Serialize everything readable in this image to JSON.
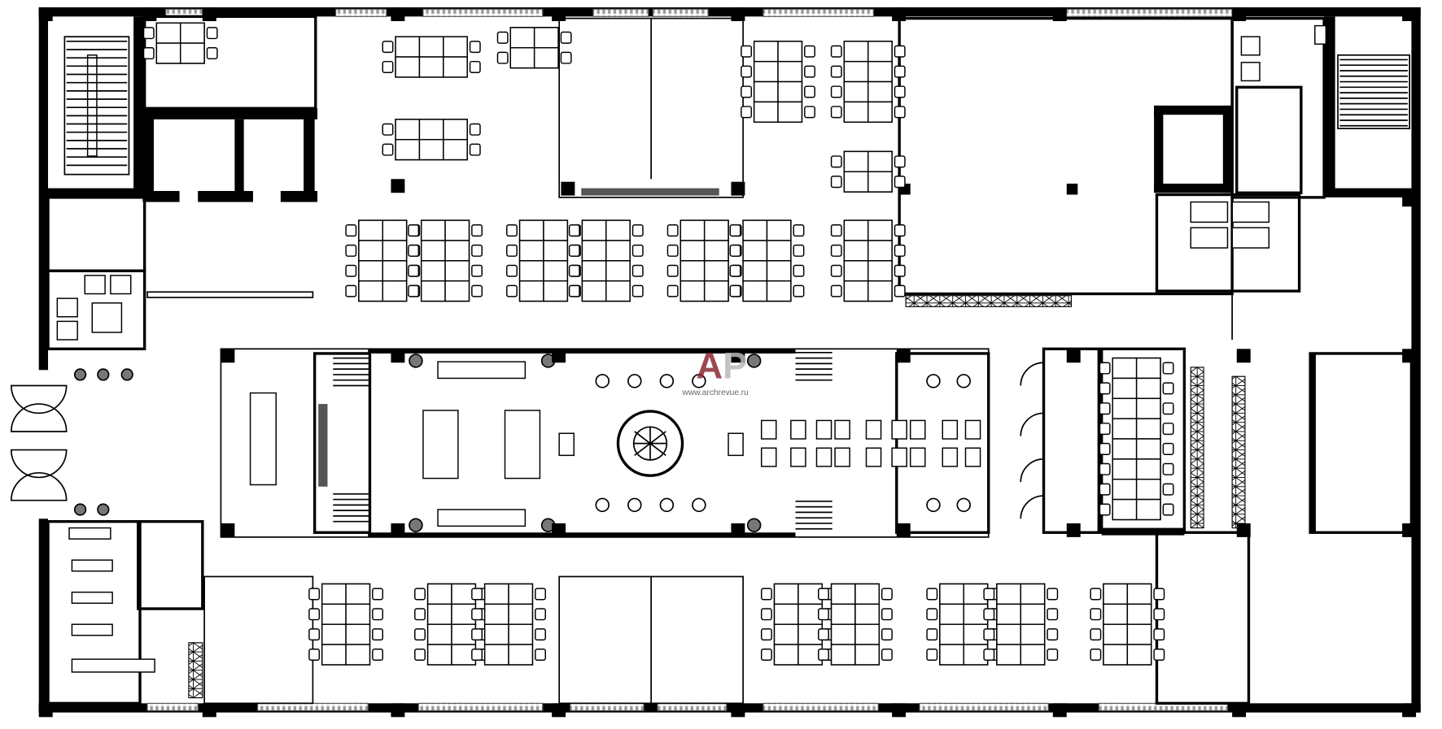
{
  "drawing": {
    "type": "office floor plan",
    "watermark": {
      "logo_text": "AP",
      "url_text": "www.archrevue.ru",
      "logo_color_a": "#8b2a35",
      "logo_color_p": "#b9b9b9"
    }
  }
}
